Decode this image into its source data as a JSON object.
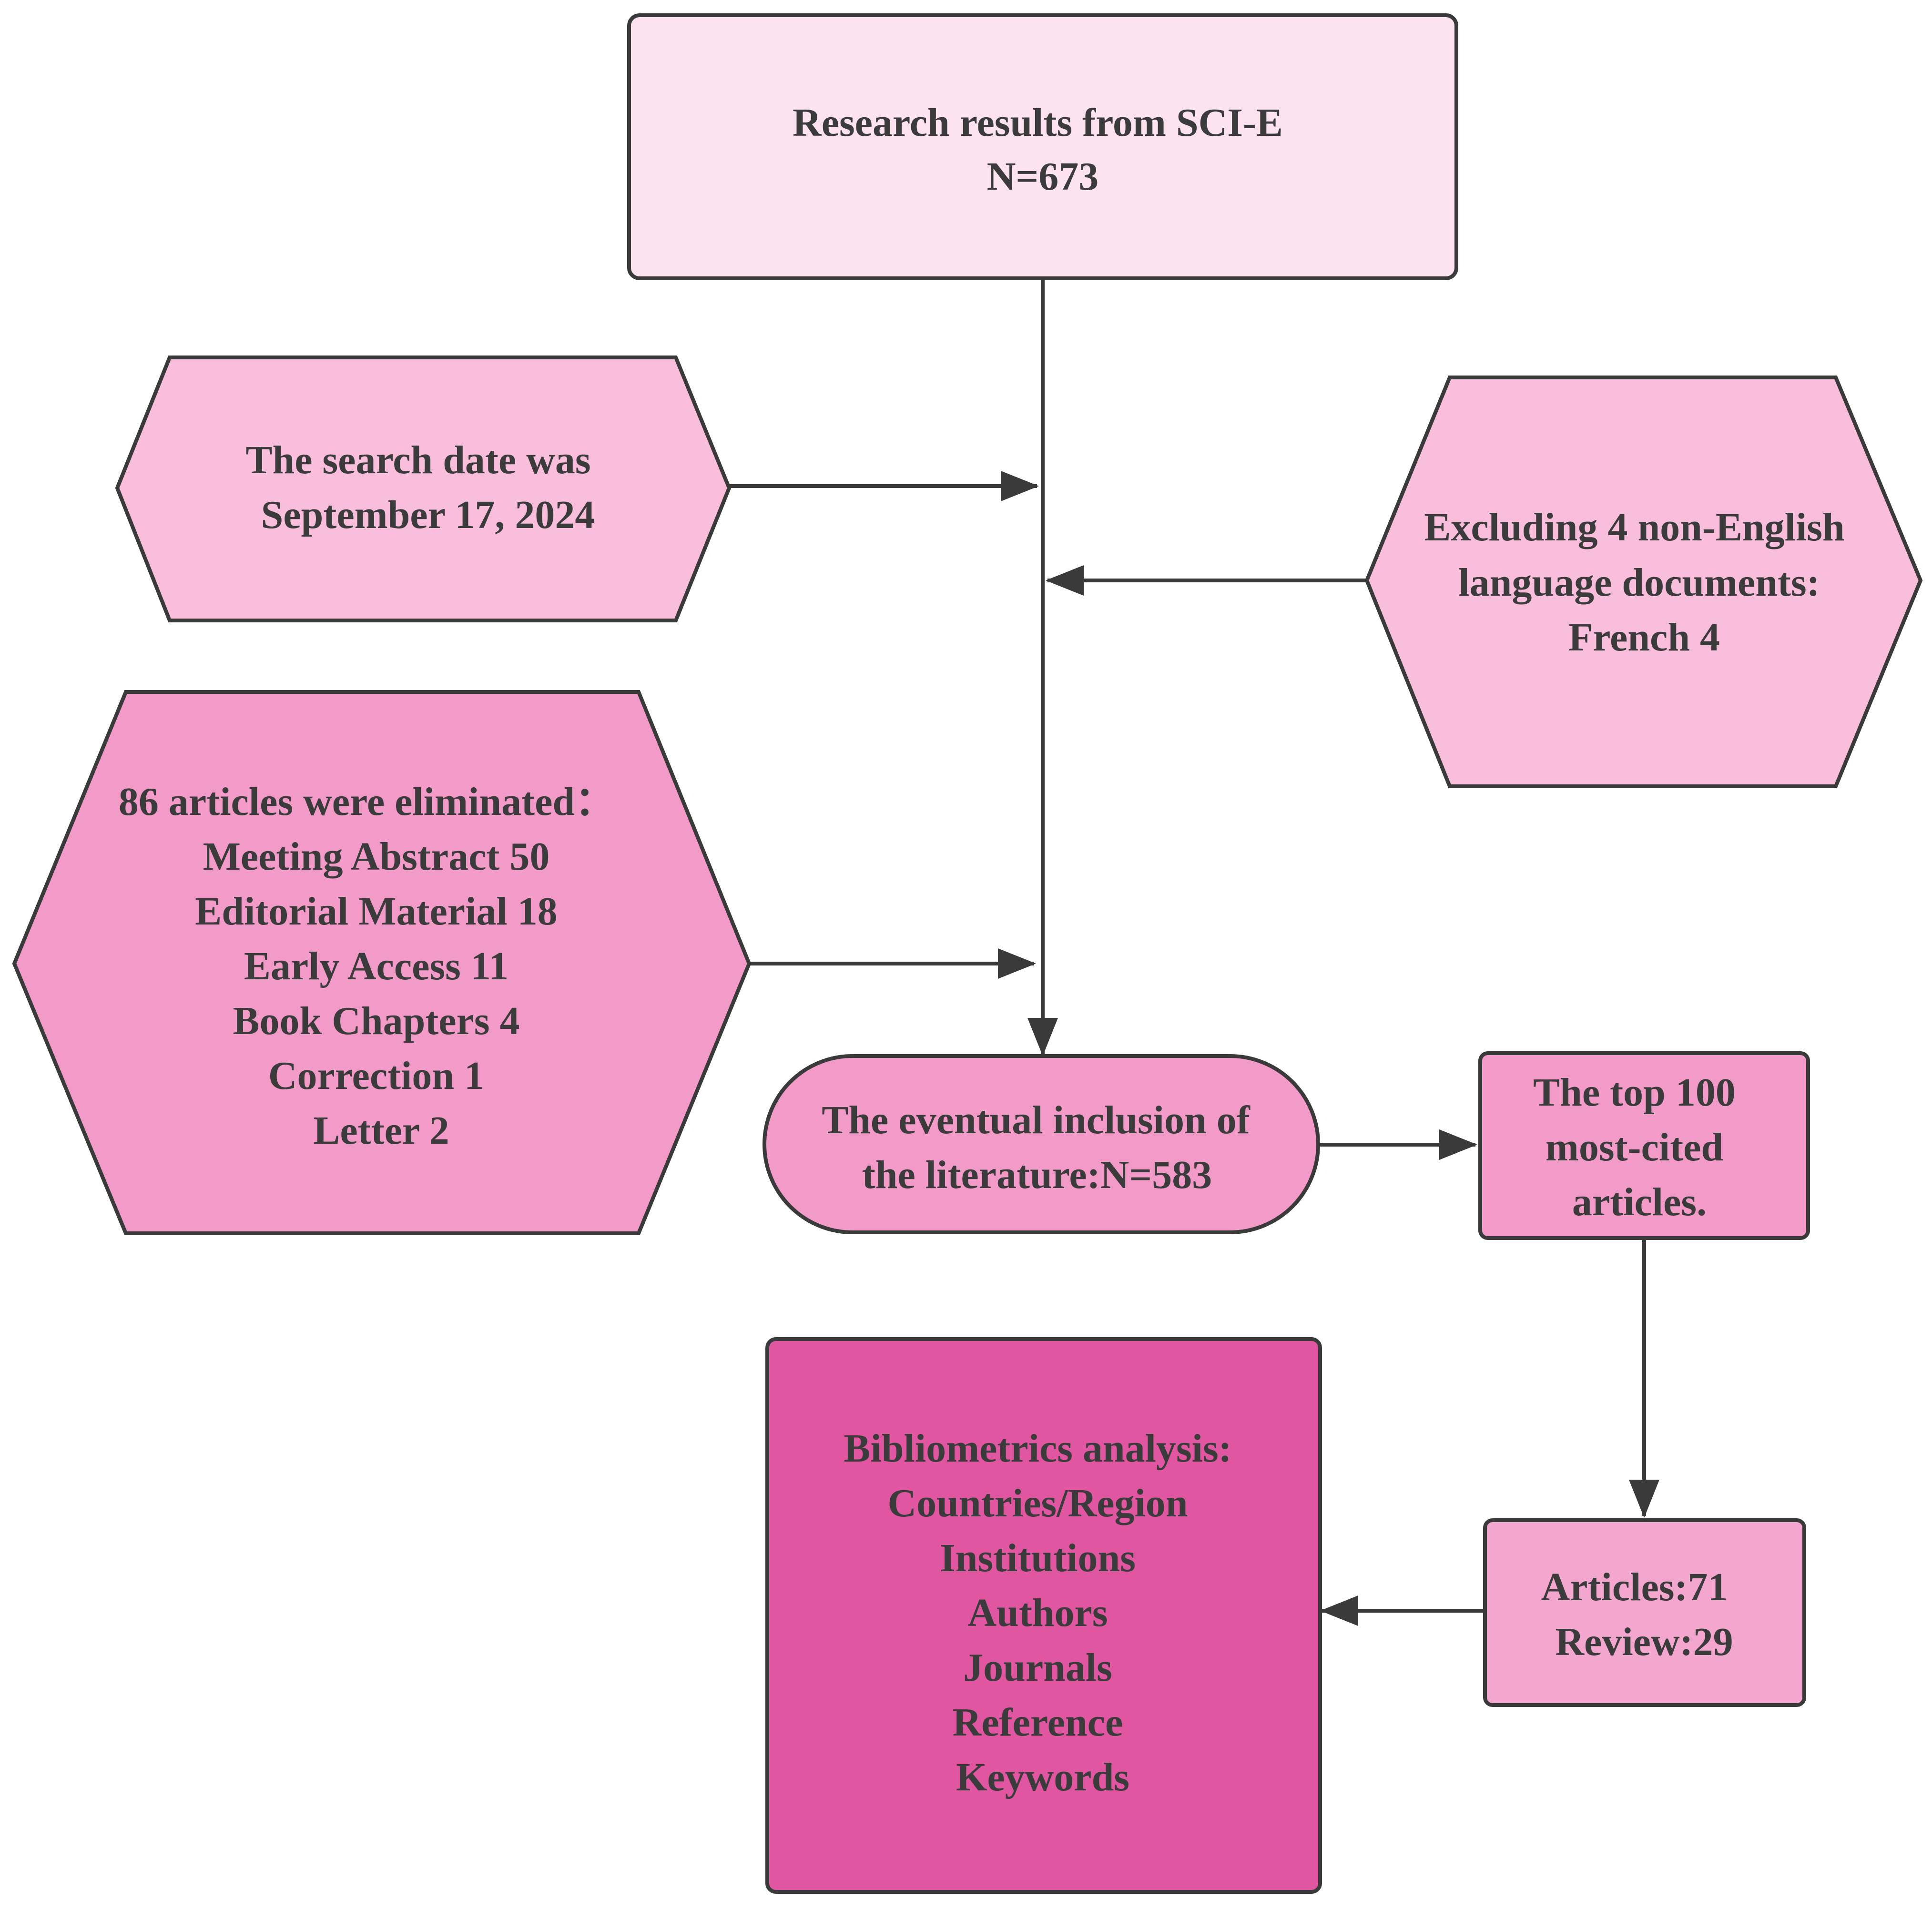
{
  "colors": {
    "light_pink": "#fde3f0",
    "pink": "#f9bedc",
    "mid_pink": "#f29bc8",
    "accent_pink": "#f3a7cf",
    "deep_pink": "#e056a0",
    "stroke": "#3a3a3a",
    "text": "#3b3b3b"
  },
  "nodes": {
    "search_results": {
      "shape": "rectangle",
      "lines": [
        "Research results from SCI-E",
        "N=673"
      ]
    },
    "search_date": {
      "shape": "hexagon",
      "lines": [
        "The search date was",
        "September 17, 2024"
      ]
    },
    "non_english": {
      "shape": "hexagon",
      "lines": [
        "Excluding 4 non-English",
        "language documents:",
        "French 4"
      ]
    },
    "eliminated": {
      "shape": "hexagon",
      "lines": [
        "86 articles were eliminated：",
        "Meeting Abstract 50",
        "Editorial Material 18",
        "Early Access 11",
        "Book Chapters 4",
        "Correction 1",
        "Letter 2"
      ]
    },
    "inclusion": {
      "shape": "rounded-rectangle",
      "lines": [
        "The eventual inclusion of",
        "the literature:N=583"
      ]
    },
    "top100": {
      "shape": "rectangle",
      "lines": [
        "The top 100",
        "most-cited",
        "articles."
      ]
    },
    "types": {
      "shape": "rectangle",
      "lines": [
        "Articles:71",
        "Review:29"
      ]
    },
    "analysis": {
      "shape": "rectangle",
      "lines": [
        "Bibliometrics analysis:",
        "Countries/Region",
        "Institutions",
        "Authors",
        "Journals",
        "Reference",
        "Keywords"
      ]
    }
  },
  "edges": [
    {
      "from": "search_results",
      "to": "inclusion"
    },
    {
      "from": "search_date",
      "to": "main-line"
    },
    {
      "from": "non_english",
      "to": "main-line"
    },
    {
      "from": "eliminated",
      "to": "main-line"
    },
    {
      "from": "inclusion",
      "to": "top100"
    },
    {
      "from": "top100",
      "to": "types"
    },
    {
      "from": "types",
      "to": "analysis"
    }
  ]
}
